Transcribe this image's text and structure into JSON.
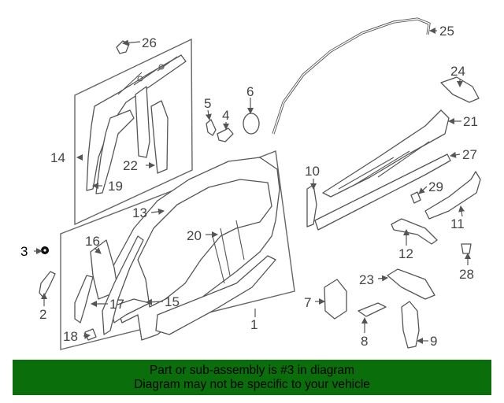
{
  "callouts": {
    "c1": "1",
    "c2": "2",
    "c3": "3",
    "c4": "4",
    "c5": "5",
    "c6": "6",
    "c7": "7",
    "c8": "8",
    "c9": "9",
    "c10": "10",
    "c11": "11",
    "c12": "12",
    "c13": "13",
    "c14": "14",
    "c15": "15",
    "c16": "16",
    "c17": "17",
    "c18": "18",
    "c19": "19",
    "c20": "20",
    "c21": "21",
    "c22": "22",
    "c23": "23",
    "c24": "24",
    "c25": "25",
    "c26": "26",
    "c27": "27",
    "c28": "28",
    "c29": "29"
  },
  "highlighted_part": "3",
  "banner": {
    "line1": "Part or sub-assembly is #3 in diagram",
    "line2": "Diagram may not be specific to your vehicle"
  },
  "colors": {
    "banner_background": "#0a6e0a",
    "banner_text": "#000000",
    "line_art": "#555555"
  }
}
